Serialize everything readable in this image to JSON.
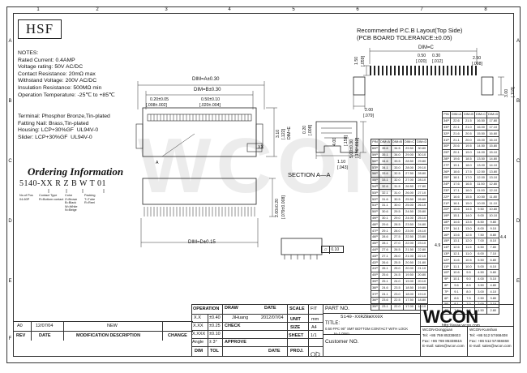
{
  "header": {
    "logo_text": "HSF"
  },
  "grid": {
    "columns": [
      "1",
      "2",
      "3",
      "4",
      "5",
      "6",
      "7",
      "8"
    ],
    "rows": [
      "A",
      "B",
      "C",
      "D",
      "E",
      "F"
    ]
  },
  "notes": {
    "title": "NOTES:",
    "lines": [
      "Rated Current: 0.4AMP",
      "Voltage rating: 50V AC/DC",
      "Contact Resistance: 20mΩ max",
      "Withstand Voltage: 200V AC/DC",
      "Insulation Resistance: 500MΩ min",
      "Operation Temperature: -25℃ to +85℃"
    ]
  },
  "materials": {
    "lines": [
      "Terminal: Phosphor Bronze,Tin-plated",
      "Fatting Nail: Brass,Tin-plated",
      "Housing: LCP+30%GF  UL94V-0",
      "Slider: LCP+30%GF  UL94V-0"
    ]
  },
  "ordering": {
    "title": "Ordering Information",
    "code": "5140-XX R Z B W T 01",
    "labels": {
      "pos": "No.of Pos\n04-60P",
      "contact": "Contact Type\nR=Bottom contact",
      "color": "Color\nZ=Brown\nB=Black\nW=White\nN=Beige",
      "packing": "Packing\nT=Tube\nR=Reel"
    }
  },
  "pcb": {
    "title": "Recommended P.C.B Layout(Top Side)\n(PCB BOARD TOLERANCE:±0.05)",
    "dims": {
      "dim_c": "DIM=C",
      "d050": "0.50",
      "d030": "0.30",
      "d020": "[.020]",
      "d012": "[.012]",
      "d150": "1.50",
      "d059": "[.059]",
      "d250": "2.50",
      "d098": "[.098]",
      "d300": "3.00",
      "d118": "[.118]",
      "d200": "2.00",
      "d079": "[.079]"
    }
  },
  "front": {
    "dims": {
      "a": "DIM=A±0.30",
      "b": "DIM=B±0.30",
      "p1": "0.20±0.05",
      "p1i": "[.008±.002]",
      "p2": "0.50±0.10",
      "p2i": "[.020±.004]",
      "h310": "3.10",
      "h122": "[.122]",
      "dim_e": "DIM=E",
      "xx": "XX",
      "a_label": "A",
      "d_label": "DIM=D±0.15",
      "v200": "2.00±0.20",
      "v079": "[.079±0.008]"
    }
  },
  "section": {
    "label": "SECTION A—A",
    "dims": {
      "d020": "0.20",
      "d008": "[.008]",
      "d400": "4.00",
      "d158": "[.158]",
      "d500": "5.00±0.30",
      "d196": "[.196°.012]",
      "d110": "1.10",
      "d043": "[.043]",
      "flat": "0.10"
    }
  },
  "table": {
    "headers": [
      "PIN",
      "DIM=A",
      "DIM=B",
      "DIM=C",
      "DIM=D",
      "DIM=E"
    ],
    "left_rows": [
      [
        "60P",
        "35.6",
        "34.5",
        "29.50",
        "30.80"
      ],
      [
        "59P",
        "35.1",
        "34.0",
        "29.00",
        "30.10"
      ],
      [
        "58P",
        "34.6",
        "33.5",
        "28.50",
        "29.80"
      ],
      [
        "57P",
        "34.1",
        "33.0",
        "28.00",
        "29.10"
      ],
      [
        "56P",
        "33.6",
        "32.5",
        "27.50",
        "28.80"
      ],
      [
        "55P",
        "33.1",
        "32.0",
        "27.00",
        "28.10"
      ],
      [
        "54P",
        "32.6",
        "31.5",
        "26.50",
        "27.80"
      ],
      [
        "53P",
        "32.1",
        "31.0",
        "26.00",
        "27.10"
      ],
      [
        "52P",
        "31.6",
        "30.5",
        "25.50",
        "26.80"
      ],
      [
        "51P",
        "31.1",
        "30.0",
        "25.00",
        "26.10"
      ],
      [
        "50P",
        "30.6",
        "29.5",
        "24.50",
        "25.80"
      ],
      [
        "49P",
        "30.1",
        "29.0",
        "24.00",
        "25.10"
      ],
      [
        "48P",
        "29.6",
        "28.5",
        "23.50",
        "24.80"
      ],
      [
        "47P",
        "29.1",
        "28.0",
        "23.00",
        "24.10"
      ],
      [
        "46P",
        "28.6",
        "27.5",
        "22.50",
        "23.80"
      ],
      [
        "45P",
        "28.1",
        "27.0",
        "22.00",
        "23.10"
      ],
      [
        "44P",
        "27.6",
        "26.5",
        "21.50",
        "22.80"
      ],
      [
        "43P",
        "27.1",
        "26.0",
        "21.00",
        "22.10"
      ],
      [
        "42P",
        "26.6",
        "25.5",
        "20.50",
        "21.80"
      ],
      [
        "41P",
        "26.1",
        "25.0",
        "20.00",
        "21.10"
      ],
      [
        "40P",
        "25.6",
        "24.5",
        "19.50",
        "20.80"
      ],
      [
        "39P",
        "25.1",
        "24.0",
        "19.00",
        "20.10"
      ],
      [
        "38P",
        "24.6",
        "23.5",
        "18.50",
        "19.80"
      ],
      [
        "37P",
        "24.1",
        "23.0",
        "18.00",
        "19.10"
      ],
      [
        "36P",
        "23.6",
        "22.5",
        "17.50",
        "18.80"
      ],
      [
        "35P",
        "23.1",
        "22.0",
        "17.00",
        "18.10"
      ]
    ],
    "right_rows": [
      [
        "34P",
        "22.6",
        "21.5",
        "16.50",
        "17.80"
      ],
      [
        "33P",
        "22.1",
        "21.0",
        "16.00",
        "17.10"
      ],
      [
        "32P",
        "21.6",
        "20.5",
        "15.50",
        "16.80"
      ],
      [
        "31P",
        "21.1",
        "20.0",
        "15.00",
        "16.10"
      ],
      [
        "30P",
        "20.6",
        "19.5",
        "14.50",
        "15.80"
      ],
      [
        "29P",
        "20.1",
        "19.0",
        "14.00",
        "15.10"
      ],
      [
        "28P",
        "19.6",
        "18.5",
        "13.50",
        "14.80"
      ],
      [
        "27P",
        "19.1",
        "18.0",
        "13.00",
        "14.10"
      ],
      [
        "26P",
        "18.6",
        "17.5",
        "12.50",
        "13.80"
      ],
      [
        "25P",
        "18.1",
        "17.0",
        "12.00",
        "13.10"
      ],
      [
        "24P",
        "17.6",
        "16.5",
        "11.50",
        "12.80"
      ],
      [
        "23P",
        "17.1",
        "16.0",
        "11.00",
        "12.10"
      ],
      [
        "22P",
        "16.6",
        "15.5",
        "10.50",
        "11.80"
      ],
      [
        "21P",
        "16.1",
        "15.0",
        "10.00",
        "11.10"
      ],
      [
        "20P",
        "15.6",
        "14.5",
        "9.50",
        "10.80"
      ],
      [
        "19P",
        "15.1",
        "14.0",
        "9.00",
        "10.10"
      ],
      [
        "18P",
        "14.6",
        "13.5",
        "8.50",
        "9.80"
      ],
      [
        "17P",
        "14.1",
        "13.0",
        "8.00",
        "9.10"
      ],
      [
        "16P",
        "13.6",
        "12.5",
        "7.50",
        "8.80"
      ],
      [
        "15P",
        "13.1",
        "12.0",
        "7.00",
        "8.10"
      ],
      [
        "14P",
        "12.6",
        "11.5",
        "6.50",
        "7.80"
      ],
      [
        "13P",
        "12.1",
        "11.0",
        "6.00",
        "7.10"
      ],
      [
        "12P",
        "11.6",
        "10.5",
        "5.50",
        "6.80"
      ],
      [
        "11P",
        "11.1",
        "10.0",
        "5.00",
        "6.10"
      ],
      [
        "10P",
        "10.6",
        "9.5",
        "4.50",
        "5.80"
      ],
      [
        "9P",
        "10.1",
        "9.0",
        "4.00",
        "5.10"
      ],
      [
        "8P",
        "9.6",
        "8.5",
        "3.50",
        "4.80"
      ],
      [
        "7P",
        "9.1",
        "8.0",
        "3.00",
        "4.10"
      ],
      [
        "6P",
        "8.6",
        "7.5",
        "2.50",
        "3.80"
      ],
      [
        "5P",
        "8.1",
        "7.0",
        "2.00",
        "3.10"
      ],
      [
        "4P",
        "7.6",
        "6.5",
        "1.50",
        "2.80"
      ]
    ],
    "e_left": "4.9",
    "e_right": "4.4"
  },
  "titleblock": {
    "rev_row": {
      "rev": "A0",
      "date": "12/07/04",
      "desc": "NEW"
    },
    "headers": {
      "rev": "REV",
      "date": "DATE",
      "desc": "MODIFICATION DESCRIPTION",
      "change": "CHANGE"
    },
    "operation": "OPERATION",
    "tol": [
      [
        "X.X",
        "±0.40"
      ],
      [
        "X.XX",
        "±0.25"
      ],
      [
        "X.XXX",
        "±0.10"
      ],
      [
        "Angle",
        "± 3°"
      ],
      [
        "DIM",
        "TOL"
      ]
    ],
    "draw_label": "DRAW",
    "draw_name": "JiHuang",
    "draw_date_label": "DATE",
    "draw_date": "2012/07/04",
    "check_label": "CHECK",
    "approve_label": "APPROVE",
    "date_label": "DATE",
    "scale_label": "SCALE",
    "scale": "FIT",
    "unit_label": "UNIT",
    "unit": "mm",
    "size_label": "SIZE",
    "size": "A4",
    "sheet_label": "SHEET",
    "sheet": "1/1",
    "proj_label": "PROJ.",
    "part_label": "PART NO.",
    "part_no": "5140-XXRZBWXX0X",
    "title_label": "TITLE:",
    "title_text": "0.50 FPC 90° SMT BOTTOM CONTACT WITH LOCK",
    "title_text2": "H=1.0mm",
    "customer_label": "Customer NO.",
    "brand": "WCON",
    "url": "http://www.wcon.com",
    "contact_left": [
      "WCON-Dongguan",
      "Tel: +86 769 85338603",
      "Fax: +86 769 85338615",
      "E-mail: sales@wcon.com"
    ],
    "contact_right": [
      "WCON-Kunshan",
      "Tel: +86 512 57468408",
      "Fax: +86 512 57468468",
      "E-mail: sales@wcon.com"
    ]
  }
}
